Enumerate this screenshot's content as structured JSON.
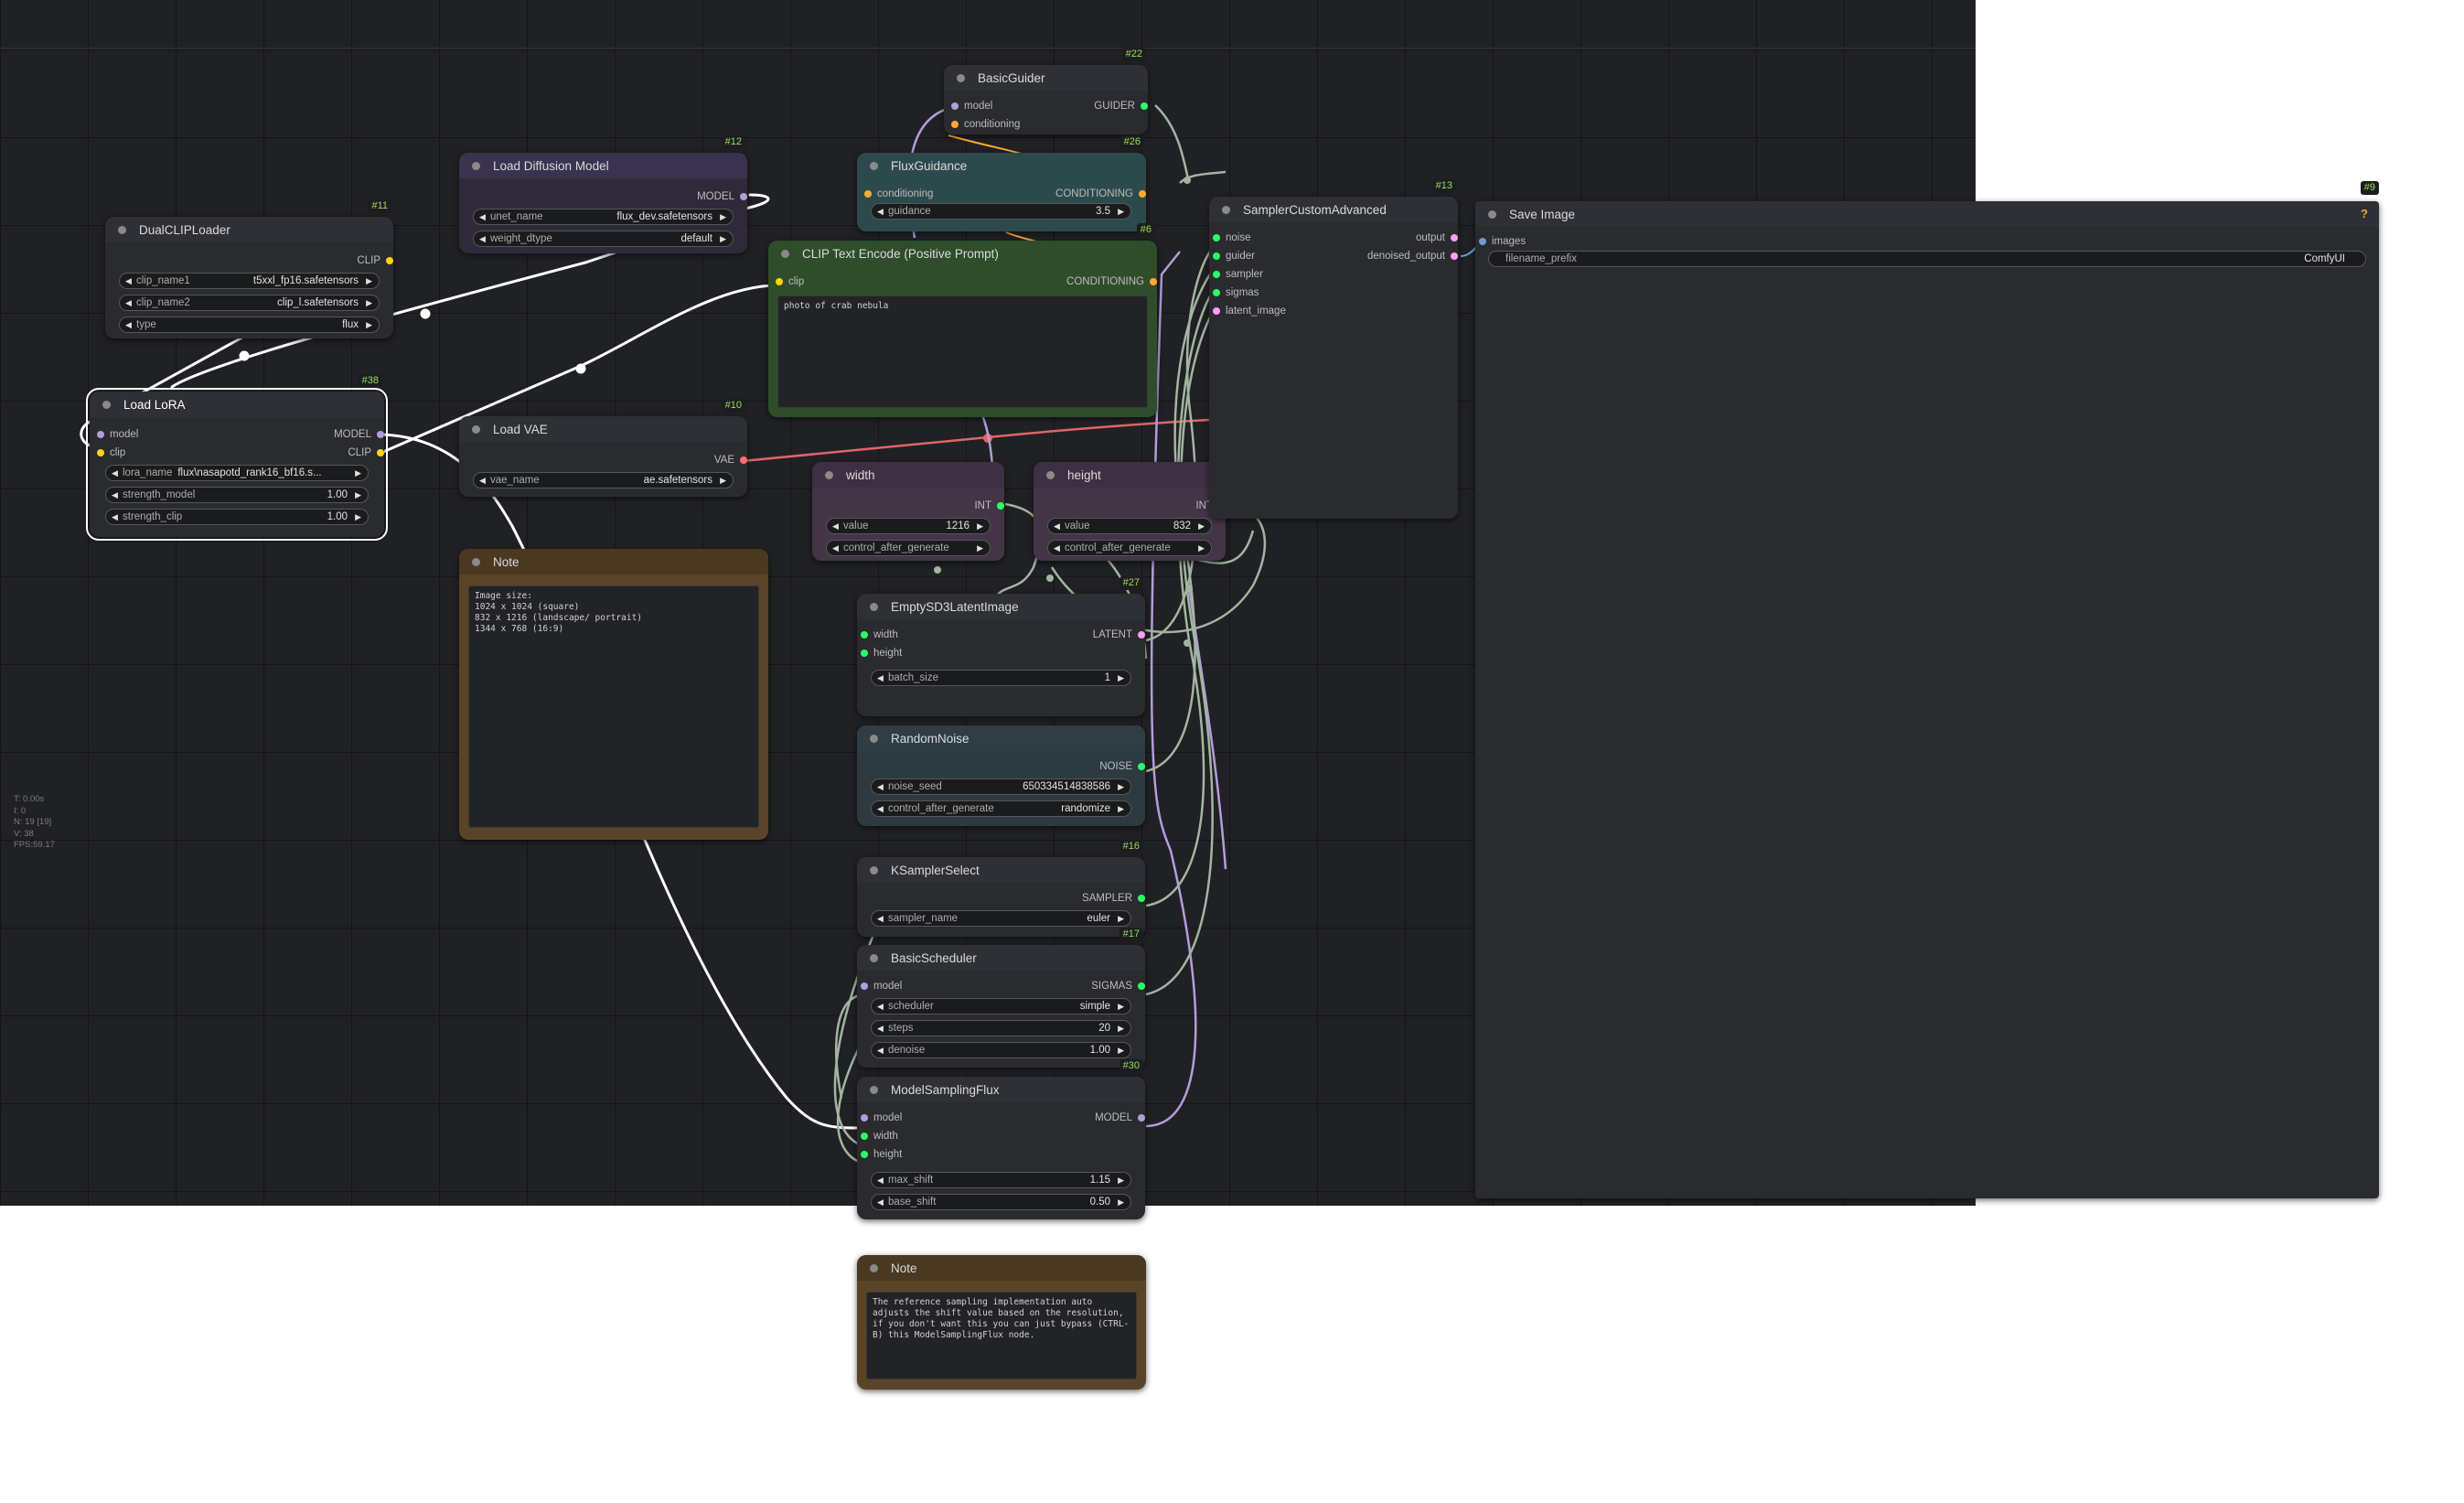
{
  "colors": {
    "canvas": "#202124",
    "clip_slot": "#ffd500",
    "model_slot": "#b39ddb",
    "vae_slot": "#ff6e6e",
    "conditioning_slot": "#ffa931",
    "int_slot": "#29ff65",
    "latent_slot": "#ff9cf9",
    "purple_node": "#433546",
    "clip_node_green": "#2f4d2b",
    "flux_guidance_teal": "#2c4a4b",
    "note_brown": "#5a4428",
    "link_white": "#ffffff",
    "link_green_gray": "#a3b5a0",
    "link_vae_red": "#e06666"
  },
  "stats": [
    "T: 0.00s",
    "I: 0",
    "N: 19 [19]",
    "V: 38",
    "FPS:59.17"
  ],
  "nodes": {
    "dualcliploader": {
      "id": "#11",
      "title": "DualCLIPLoader",
      "out": "CLIP",
      "w": [
        {
          "l": "clip_name1",
          "v": "t5xxl_fp16.safetensors"
        },
        {
          "l": "clip_name2",
          "v": "clip_l.safetensors"
        },
        {
          "l": "type",
          "v": "flux"
        }
      ]
    },
    "loadlora": {
      "id": "#38",
      "title": "Load LoRA",
      "in": [
        "model",
        "clip"
      ],
      "out": [
        "MODEL",
        "CLIP"
      ],
      "w": [
        {
          "l": "lora_name",
          "v": "flux\\nasapotd_rank16_bf16.s..."
        },
        {
          "l": "strength_model",
          "v": "1.00"
        },
        {
          "l": "strength_clip",
          "v": "1.00"
        }
      ]
    },
    "loaddiff": {
      "id": "#12",
      "title": "Load Diffusion Model",
      "out": "MODEL",
      "w": [
        {
          "l": "unet_name",
          "v": "flux_dev.safetensors"
        },
        {
          "l": "weight_dtype",
          "v": "default"
        }
      ]
    },
    "loadvae": {
      "id": "#10",
      "title": "Load VAE",
      "out": "VAE",
      "w": [
        {
          "l": "vae_name",
          "v": "ae.safetensors"
        }
      ]
    },
    "note1": {
      "title": "Note",
      "text": "Image size:\n1024 x 1024 (square)\n832 x 1216 (landscape/ portrait)\n1344 x 768 (16:9)"
    },
    "basicguider": {
      "id": "#22",
      "title": "BasicGuider",
      "in": [
        "model",
        "conditioning"
      ],
      "out": "GUIDER"
    },
    "fluxguidance": {
      "id": "#26",
      "title": "FluxGuidance",
      "in": "conditioning",
      "out": "CONDITIONING",
      "w": [
        {
          "l": "guidance",
          "v": "3.5"
        }
      ]
    },
    "clipencode": {
      "id": "#6",
      "title": "CLIP Text Encode (Positive Prompt)",
      "in": "clip",
      "out": "CONDITIONING",
      "text": "photo of crab nebula"
    },
    "width": {
      "title": "width",
      "out": "INT",
      "w": [
        {
          "l": "value",
          "v": "1216"
        },
        {
          "l": "control_after_generate",
          "v": ""
        }
      ]
    },
    "height": {
      "title": "height",
      "out": "INT",
      "w": [
        {
          "l": "value",
          "v": "832"
        },
        {
          "l": "control_after_generate",
          "v": ""
        }
      ]
    },
    "emptylatent": {
      "id": "#27",
      "title": "EmptySD3LatentImage",
      "in": [
        "width",
        "height"
      ],
      "out": "LATENT",
      "w": [
        {
          "l": "batch_size",
          "v": "1"
        }
      ]
    },
    "randomnoise": {
      "title": "RandomNoise",
      "out": "NOISE",
      "w": [
        {
          "l": "noise_seed",
          "v": "650334514838586"
        },
        {
          "l": "control_after_generate",
          "v": "randomize"
        }
      ]
    },
    "ksamplerselect": {
      "id": "#16",
      "title": "KSamplerSelect",
      "out": "SAMPLER",
      "w": [
        {
          "l": "sampler_name",
          "v": "euler"
        }
      ]
    },
    "basicscheduler": {
      "id": "#17",
      "title": "BasicScheduler",
      "in": "model",
      "out": "SIGMAS",
      "w": [
        {
          "l": "scheduler",
          "v": "simple"
        },
        {
          "l": "steps",
          "v": "20"
        },
        {
          "l": "denoise",
          "v": "1.00"
        }
      ]
    },
    "modelsamplingflux": {
      "id": "#30",
      "title": "ModelSamplingFlux",
      "in": [
        "model",
        "width",
        "height"
      ],
      "out": "MODEL",
      "w": [
        {
          "l": "max_shift",
          "v": "1.15"
        },
        {
          "l": "base_shift",
          "v": "0.50"
        }
      ]
    },
    "note2": {
      "title": "Note",
      "text": "The reference sampling implementation auto adjusts the shift value based on the resolution, if you don't want this you can just bypass (CTRL-B) this ModelSamplingFlux node."
    },
    "samplercustom": {
      "id": "#13",
      "title": "SamplerCustomAdvanced",
      "in": [
        "noise",
        "guider",
        "sampler",
        "sigmas",
        "latent_image"
      ],
      "out": [
        "output",
        "denoised_output"
      ]
    },
    "saveimage": {
      "id": "#9",
      "title": "Save Image",
      "help": "?",
      "in": "images",
      "w": [
        {
          "l": "filename_prefix",
          "v": "ComfyUI"
        }
      ]
    }
  }
}
